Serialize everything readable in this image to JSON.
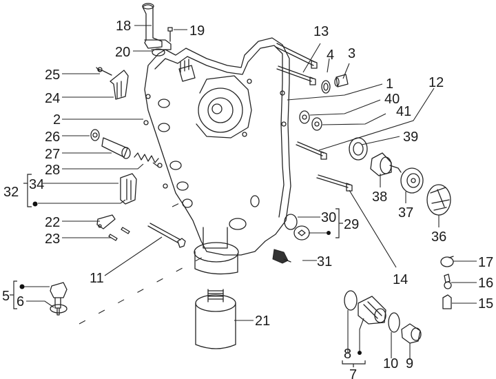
{
  "diagram": {
    "type": "exploded-parts-diagram",
    "subject": "crankcase side cover / water pump assembly",
    "labels": {
      "p1": "1",
      "p2": "2",
      "p3": "3",
      "p4": "4",
      "p5": "5",
      "p6": "6",
      "p7": "7",
      "p8": "8",
      "p9": "9",
      "p10": "10",
      "p11": "11",
      "p12": "12",
      "p13": "13",
      "p14": "14",
      "p15": "15",
      "p16": "16",
      "p17": "17",
      "p18": "18",
      "p19": "19",
      "p20": "20",
      "p21": "21",
      "p22": "22",
      "p23": "23",
      "p24": "24",
      "p25": "25",
      "p26": "26",
      "p27": "27",
      "p28": "28",
      "p29": "29",
      "p30": "30",
      "p31": "31",
      "p32": "32",
      "p34": "34",
      "p36": "36",
      "p37": "37",
      "p38": "38",
      "p39": "39",
      "p40": "40",
      "p41": "41"
    },
    "groups": [
      {
        "parent": "32",
        "children": [
          "34",
          "•"
        ]
      },
      {
        "parent": "5",
        "children": [
          "•",
          "6"
        ]
      },
      {
        "parent": "29",
        "children": [
          "30",
          "•"
        ]
      },
      {
        "parent": "7",
        "children": [
          "8",
          "•"
        ]
      }
    ]
  }
}
